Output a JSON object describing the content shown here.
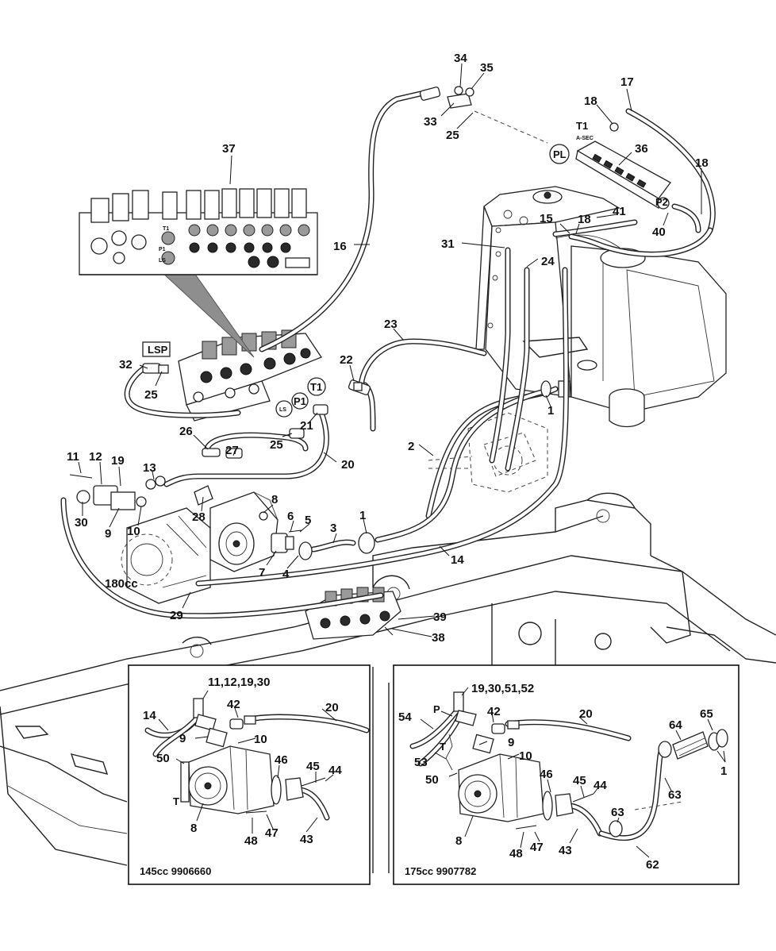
{
  "callouts": {
    "n34": "34",
    "n35": "35",
    "n33": "33",
    "n25a": "25",
    "n17": "17",
    "n18a": "18",
    "n36": "36",
    "n18b": "18",
    "n15": "15",
    "n18c": "18",
    "n41": "41",
    "n40": "40",
    "n31": "31",
    "n24": "24",
    "n37": "37",
    "n16": "16",
    "n23": "23",
    "n22": "22",
    "n32": "32",
    "n25b": "25",
    "n1a": "1",
    "n2": "2",
    "n26": "26",
    "n21": "21",
    "n25c": "25",
    "n27": "27",
    "n20a": "20",
    "n11": "11",
    "n12": "12",
    "n19": "19",
    "n13": "13",
    "n8a": "8",
    "n30": "30",
    "n9a": "9",
    "n10a": "10",
    "n28": "28",
    "n6": "6",
    "n5": "5",
    "n1b": "1",
    "n3": "3",
    "n7": "7",
    "n4": "4",
    "n14a": "14",
    "n29": "29",
    "n39": "39",
    "n38": "38"
  },
  "ports": {
    "pl": "PL",
    "p2": "P2",
    "t1_tank": "T1",
    "a_sec": "A-SEC",
    "t1_valve": "T1",
    "p1_valve": "P1",
    "ls_valve": "LS",
    "t1_inset": "T1",
    "p1_inset": "P1",
    "ls_inset": "LS"
  },
  "lsp_label": "LSP",
  "pump_180": "180cc",
  "inset_145": {
    "caption": "145cc 9906660",
    "labels": {
      "n11_12_19_30": "11,12,19,30",
      "n14": "14",
      "n42": "42",
      "n20": "20",
      "n9": "9",
      "n10": "10",
      "n50": "50",
      "n46": "46",
      "n45": "45",
      "n44": "44",
      "t": "T",
      "n8": "8",
      "n48": "48",
      "n47": "47",
      "n43": "43"
    }
  },
  "inset_175": {
    "caption": "175cc 9907782",
    "labels": {
      "n19_30_51_52": "19,30,51,52",
      "n54": "54",
      "p": "P",
      "n42": "42",
      "n20": "20",
      "n64": "64",
      "n65": "65",
      "t": "T",
      "n9": "9",
      "n53": "53",
      "n10": "10",
      "n50": "50",
      "n46": "46",
      "n45": "45",
      "n44": "44",
      "n63a": "63",
      "n1": "1",
      "n63b": "63",
      "n8": "8",
      "n48": "48",
      "n47": "47",
      "n43": "43",
      "n62": "62"
    }
  }
}
